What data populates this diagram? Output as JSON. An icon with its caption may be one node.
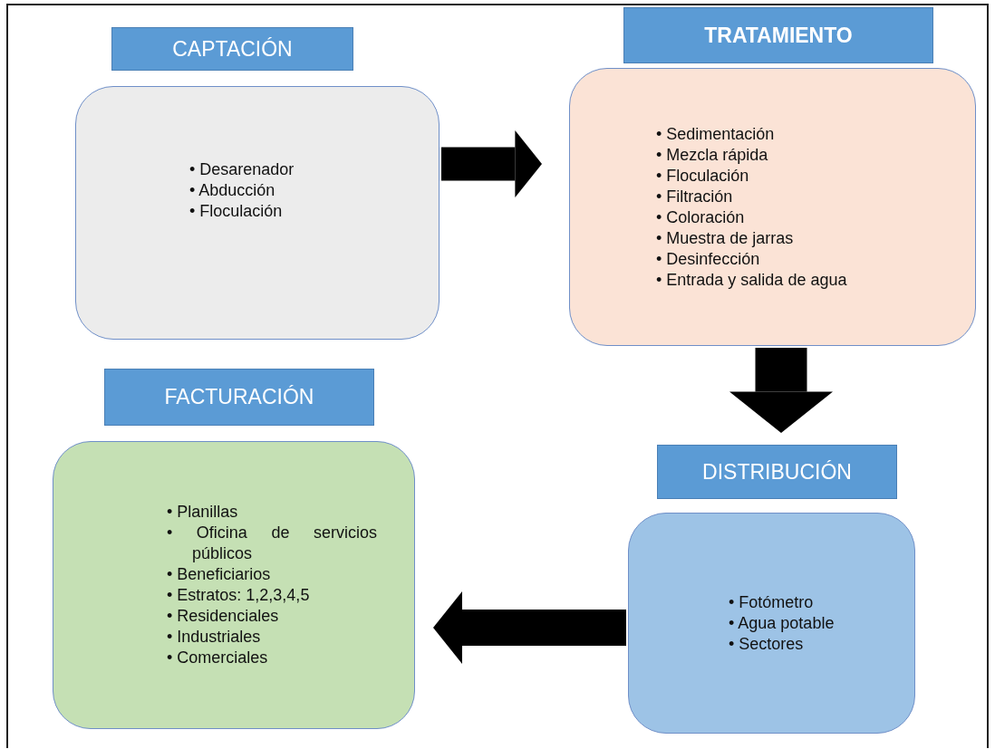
{
  "diagram": {
    "nodes": [
      {
        "text": [
          "CAPTACIÓN"
        ]
      },
      {
        "text": [
          "• Desarenador",
          "• Abducción",
          "• Floculación"
        ]
      },
      {
        "text": [
          "TRATAMIENTO"
        ]
      },
      {
        "text": [
          "• Sedimentación",
          "• Mezcla rápida",
          "• Floculación",
          "• Filtración",
          "• Coloración",
          "• Muestra de jarras",
          "• Desinfección",
          "• Entrada y salida de agua"
        ]
      },
      {
        "text": [
          "FACTURACIÓN"
        ]
      },
      {
        "text": [
          "• Planillas",
          "• Oficina de servicios públicos",
          "• Beneficiarios",
          "• Estratos: 1,2,3,4,5",
          "• Residenciales",
          "• Industriales",
          "• Comerciales"
        ]
      },
      {
        "text": [
          "DISTRIBUCIÓN"
        ]
      },
      {
        "text": [
          "• Fotómetro",
          "• Agua potable",
          "• Sectores"
        ]
      }
    ],
    "edges": [
      {
        "from": 1,
        "to": 3,
        "arrow": "to"
      },
      {
        "from": 3,
        "to": 6,
        "arrow": "to"
      },
      {
        "from": 7,
        "to": 5,
        "arrow": "to"
      }
    ]
  }
}
